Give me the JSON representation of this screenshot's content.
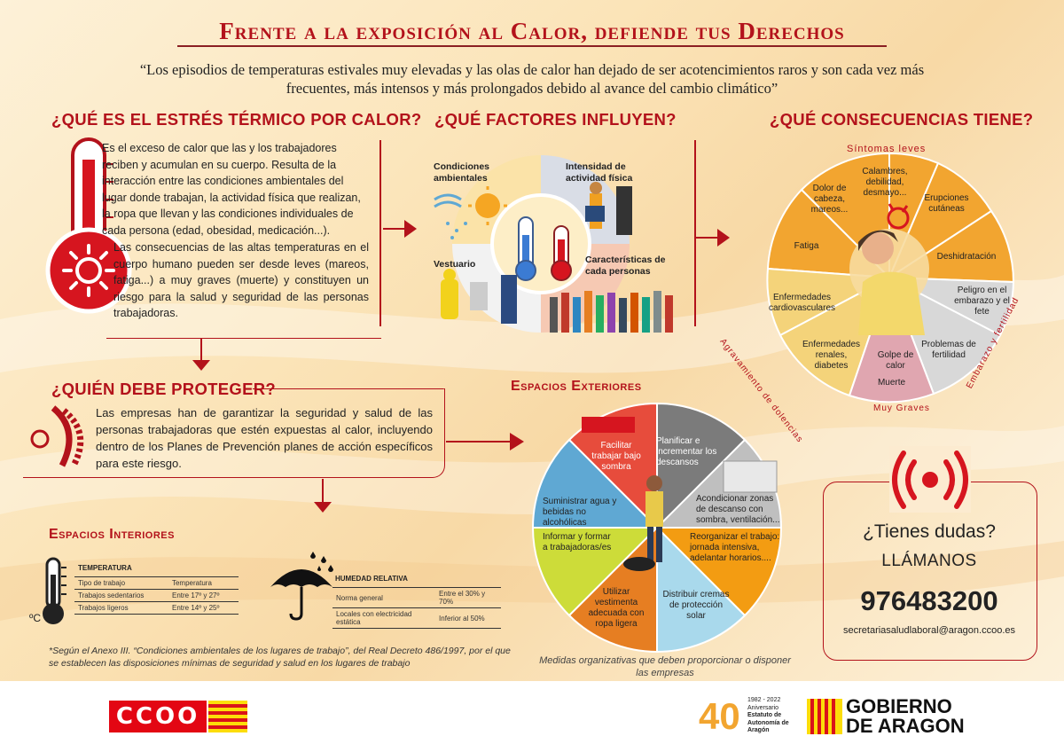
{
  "title": "Frente a la exposición al Calor, defiende tus Derechos",
  "quote": "“Los episodios de temperaturas estivales muy elevadas y las olas de calor han dejado de ser acotencimientos raros y son cada vez más frecuentes, más intensos y más prolongados debido al avance del cambio climático”",
  "estres": {
    "heading": "¿QUÉ ES EL ESTRÉS TÉRMICO POR CALOR?",
    "p1": "Es el exceso de calor que las y los trabajadores reciben y acumulan en su cuerpo. Resulta de la interacción entre las condiciones ambientales del lugar donde trabajan, la actividad física que realizan, la ropa que llevan y las condiciones individuales de cada persona (edad, obesidad, medicación...).",
    "p2": "Las consecuencias de las altas temperaturas en el cuerpo humano pueden ser desde leves (mareos, fatiga...) a muy graves (muerte) y constituyen un riesgo para la salud y seguridad de las personas trabajadoras."
  },
  "factores": {
    "heading": "¿QUÉ FACTORES INFLUYEN?",
    "q1": "Condiciones ambientales",
    "q2": "Intensidad de actividad física",
    "q3": "Vestuario",
    "q4": "Características de cada personas"
  },
  "consecuencias": {
    "heading": "¿QUÉ CONSECUENCIAS TIENE?",
    "arc_top": "Síntomas leves",
    "arc_left": "Agravamiento de dolencias",
    "arc_right": "Embarazo y fertilidad",
    "arc_bottom": "Muy Graves",
    "segments": [
      "Dolor de cabeza, mareos...",
      "Calambres, debilidad, desmayo...",
      "Erupciones cutáneas",
      "Fatiga",
      "Deshidratación",
      "Enfermedades cardiovasculares",
      "Peligro en el embarazo y el fete",
      "Enfermedades renales, diabetes",
      "Problemas de fertilidad",
      "Golpe de calor",
      "Muerte"
    ]
  },
  "proteger": {
    "heading": "¿QUIÉN DEBE PROTEGER?",
    "text": "Las empresas han de garantizar la seguridad y salud de las personas trabajadoras que estén expuestas al calor, incluyendo dentro de los Planes de Prevención planes de acción específicos para este riesgo."
  },
  "exteriores": {
    "heading": "Espacios Exteriores",
    "segments": [
      "Facilitar trabajar bajo sombra",
      "Planificar e incrementar los descansos",
      "Acondicionar zonas de descanso con sombra, ventilación...",
      "Suministrar agua y bebidas no alcohólicas",
      "Reorganizar el trabajo: jornada intensiva, adelantar horarios....",
      "Informar y formar a trabajadoras/es",
      "Distribuir cremas de protección solar",
      "Utilizar vestimenta adecuada con ropa ligera"
    ],
    "caption": "Medidas organizativas que deben proporcionar o disponer las empresas"
  },
  "interiores": {
    "heading": "Espacios Interiores",
    "temp_title": "TEMPERATURA",
    "temp_rows": [
      [
        "Tipo de trabajo",
        "Temperatura"
      ],
      [
        "Trabajos sedentarios",
        "Entre 17º y 27º"
      ],
      [
        "Trabajos ligeros",
        "Entre 14º y 25º"
      ]
    ],
    "hum_title": "HUMEDAD RELATIVA",
    "hum_rows": [
      [
        "Norma general",
        "Entre el 30% y 70%"
      ],
      [
        "Locales con electricidad estática",
        "Inferior al 50%"
      ]
    ],
    "unit": "ºC",
    "footnote": "*Según el Anexo III. “Condiciones ambientales de los lugares de trabajo”,  del Real Decreto 486/1997, por el que se establecen las disposiciones mínimas de seguridad y salud en los lugares de trabajo"
  },
  "contact": {
    "q": "¿Tienes dudas?",
    "call": "LLÁMANOS",
    "phone": "976483200",
    "email": "secretariasaludlaboral@aragon.ccoo.es"
  },
  "footer": {
    "ccoo": "CCOO",
    "aniv_years": "1982 - 2022",
    "aniv_l1": "Aniversario",
    "aniv_l2": "Estatuto de",
    "aniv_l3": "Autonomía de",
    "aniv_l4": "Aragón",
    "aniv_num": "40",
    "gob1": "GOBIERNO",
    "gob2": "DE ARAGON"
  },
  "colors": {
    "red": "#b3121b",
    "orange": "#f2a530",
    "gray": "#d8d8d8",
    "pink": "#e0a6b0",
    "yellow": "#f4d37a"
  }
}
